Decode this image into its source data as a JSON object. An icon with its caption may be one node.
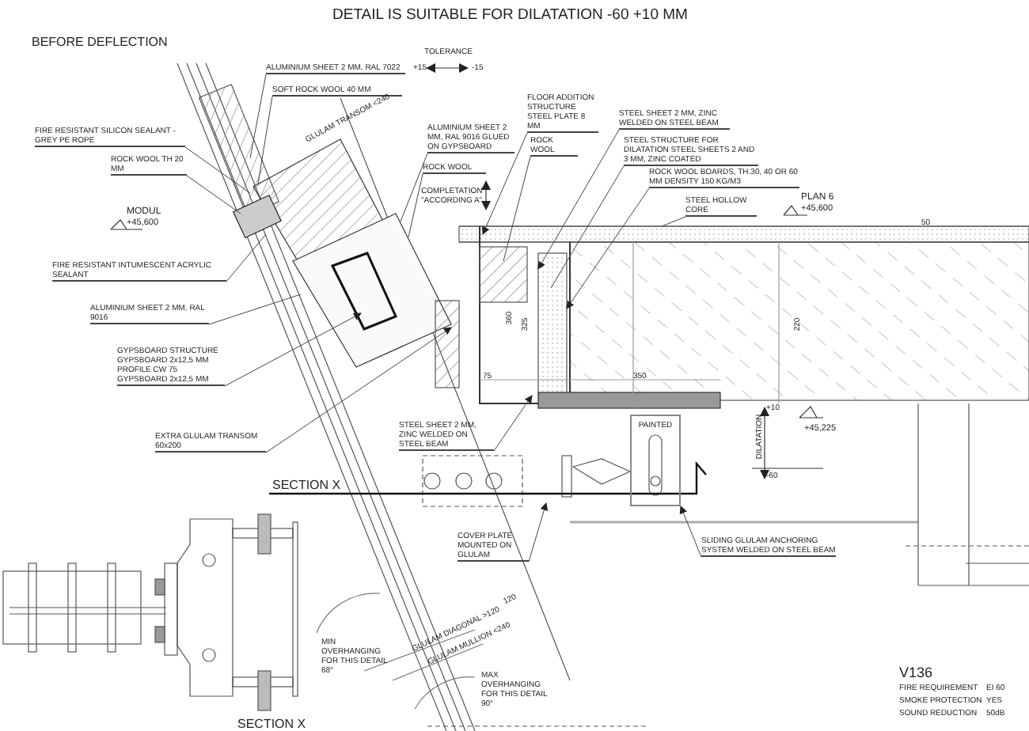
{
  "diagram": {
    "title": "DETAIL IS SUITABLE FOR DILATATION -60  +10 MM",
    "nodes": [
      {
        "text": [
          "ALUMINIUM SHEET 2 MM, RAL 7022"
        ]
      },
      {
        "text": [
          "SOFT ROCK WOOL 40 MM"
        ]
      },
      {
        "text": [
          "FIRE RESISTANT SILICON SEALANT -GREY PE ROPE"
        ]
      },
      {
        "text": [
          "ROCK WOOL TH 20 MM"
        ]
      },
      {
        "text": [
          "FIRE RESISTANT INTUMESCENT ACRYLIC SEALANT"
        ]
      },
      {
        "text": [
          "ALUMINIUM SHEET 2 MM, RAL 9016"
        ]
      },
      {
        "text": [
          "GYPSBOARD STRUCTURE GYPSBOARD 2x12,5 MM PROFILE CW 75 GYPSBOARD 2x12,5 MM"
        ]
      },
      {
        "text": [
          "EXTRA GLULAM TRANSOM 60x200"
        ]
      },
      {
        "text": [
          "ALUMINIUM SHEET 2 MM, RAL 9016 GLUED ON GYPSBOARD"
        ]
      },
      {
        "text": [
          "ROCK WOOL"
        ]
      },
      {
        "text": [
          "FLOOR ADDITION STRUCTURE STEEL PLATE 8 MM"
        ]
      },
      {
        "text": [
          "ROCK WOOL"
        ]
      },
      {
        "text": [
          "STEEL SHEET 2 MM, ZINC WELDED ON STEEL BEAM"
        ]
      },
      {
        "text": [
          "STEEL STRUCTURE FOR DILATATION STEEL SHEETS 2 AND 3 MM, ZINC COATED"
        ]
      },
      {
        "text": [
          "ROCK WOOL BOARDS, TH.30, 40 OR 60 MM DENSITY 150 KG/M3"
        ]
      },
      {
        "text": [
          "STEEL HOLLOW CORE"
        ]
      },
      {
        "text": [
          "STEEL SHEET 2 MM, ZINC WELDED ON STEEL BEAM"
        ]
      },
      {
        "text": [
          "COVER PLATE MOUNTED ON GLULAM"
        ]
      },
      {
        "text": [
          "SLIDING GLULAM ANCHORING SYSTEM WELDED ON STEEL BEAM"
        ]
      },
      {
        "text": [
          "PAINTED"
        ]
      }
    ],
    "edges": [
      {
        "from": 0,
        "to": null,
        "arrow": "none"
      },
      {
        "from": 1,
        "to": null,
        "arrow": "none"
      },
      {
        "from": 2,
        "to": null,
        "arrow": "none"
      },
      {
        "from": 3,
        "to": null,
        "arrow": "none"
      },
      {
        "from": 4,
        "to": null,
        "arrow": "none"
      },
      {
        "from": 5,
        "to": null,
        "arrow": "none"
      },
      {
        "from": 6,
        "to": null,
        "arrow": "to"
      },
      {
        "from": 7,
        "to": null,
        "arrow": "to"
      },
      {
        "from": 8,
        "to": null,
        "arrow": "none"
      },
      {
        "from": 9,
        "to": null,
        "arrow": "none"
      },
      {
        "from": 10,
        "to": null,
        "arrow": "to"
      },
      {
        "from": 11,
        "to": null,
        "arrow": "none"
      },
      {
        "from": 12,
        "to": null,
        "arrow": "to"
      },
      {
        "from": 13,
        "to": null,
        "arrow": "none"
      },
      {
        "from": 14,
        "to": null,
        "arrow": "to"
      },
      {
        "from": 15,
        "to": null,
        "arrow": "none"
      },
      {
        "from": 16,
        "to": null,
        "arrow": "to"
      },
      {
        "from": 17,
        "to": null,
        "arrow": "to"
      },
      {
        "from": 18,
        "to": 19,
        "arrow": "to"
      }
    ],
    "labels": [
      "BEFORE DEFLECTION",
      "TOLERANCE",
      "+15",
      "-15",
      "GLULAM TRANSOM <240",
      "MODUL",
      "+45,600",
      "COMPLETATION \"ACCORDING A\"",
      "PLAN 6",
      "+45,600",
      "50",
      "360",
      "325",
      "220",
      "75",
      "350",
      "DILATATION",
      "+10",
      "-60",
      "+45,225",
      "SECTION X",
      "SECTION X",
      "MIN OVERHANGING FOR THIS DETAIL 68°",
      "GLULAM DIAGONAL >120",
      "120",
      "GLULAM MULLION <240",
      "MAX OVERHANGING FOR THIS DETAIL 90°",
      "V136",
      "FIRE REQUIREMENT",
      "EI 60",
      "SMOKE PROTECTION",
      "YES",
      "SOUND REDUCTION",
      "50dB"
    ]
  }
}
